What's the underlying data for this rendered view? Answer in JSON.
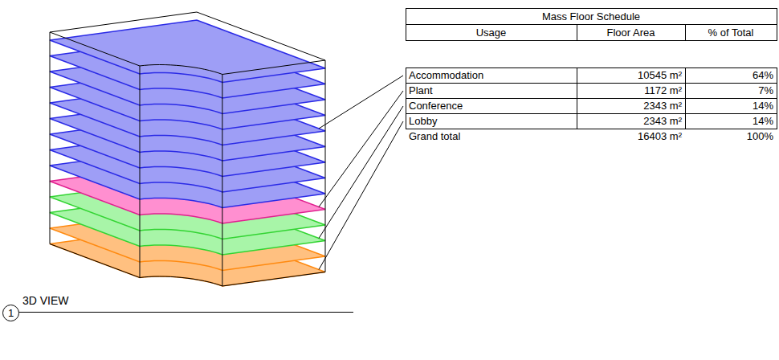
{
  "diagram": {
    "caption": "3D VIEW",
    "nodes": [
      {
        "text": [
          "1"
        ]
      }
    ],
    "labels": [
      "Mass Floor Schedule",
      "Usage",
      "Floor Area",
      "% of Total",
      "Accommodation",
      "10545 m²",
      "64%",
      "Plant",
      "1172 m²",
      "7%",
      "Conference",
      "2343 m²",
      "14%",
      "Lobby",
      "2343 m²",
      "14%",
      "Grand total",
      "16403 m²",
      "100%"
    ]
  }
}
